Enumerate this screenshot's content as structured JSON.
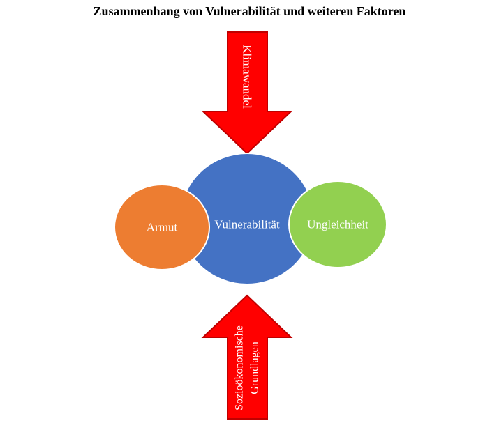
{
  "title": "Zusammenhang von Vulnerabilität und weiteren Faktoren",
  "nodes": {
    "center": {
      "label": "Vulnerabilität"
    },
    "left": {
      "label": "Armut"
    },
    "right": {
      "label": "Ungleichheit"
    }
  },
  "arrows": {
    "top": {
      "label": "Klimawandel"
    },
    "bottom": {
      "label_line1": "Sozioökonomische",
      "label_line2": "Grundlagen"
    }
  },
  "colors": {
    "center_fill": "#4472C4",
    "left_fill": "#ED7D31",
    "right_fill": "#92D050",
    "arrow_fill": "#FF0000",
    "arrow_stroke": "#C00000",
    "node_stroke": "#FFFFFF",
    "text": "#FFFFFF"
  }
}
